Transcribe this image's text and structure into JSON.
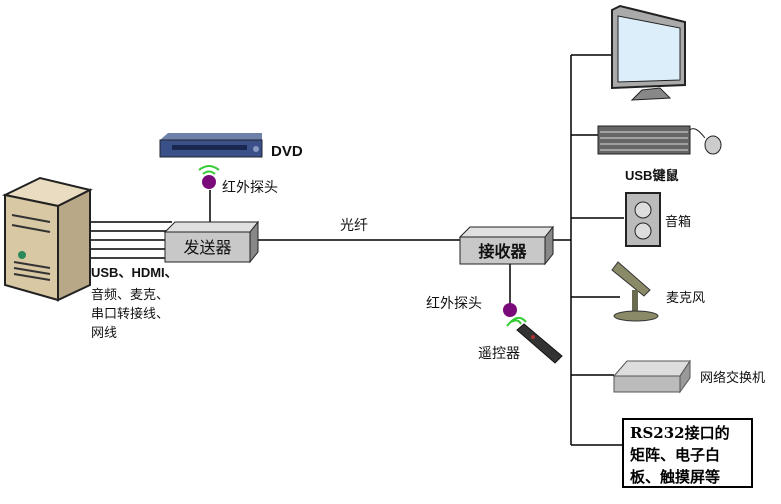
{
  "sender": {
    "label": "发送器"
  },
  "receiver": {
    "label": "接收器"
  },
  "fiber": {
    "label": "光纤"
  },
  "dvd": {
    "label": "DVD"
  },
  "ir_probe_sender": {
    "label": "红外探头"
  },
  "ir_probe_receiver": {
    "label": "红外探头"
  },
  "remote": {
    "label": "遥控器"
  },
  "cables": {
    "line1": "USB、HDMI、",
    "line2": "音频、麦克、",
    "line3": "串口转接线、",
    "line4": "网线"
  },
  "outputs": {
    "keyboard_mouse": "USB键鼠",
    "speaker": "音箱",
    "microphone": "麦克风",
    "switch": "网络交换机",
    "rs232": "RS232接口的\n矩阵、电子白\n板、触摸屏等"
  },
  "colors": {
    "ir_probe": "#7a0a7a",
    "box_fill": "#c8c8c8",
    "ir_waves": "#33cc33"
  }
}
